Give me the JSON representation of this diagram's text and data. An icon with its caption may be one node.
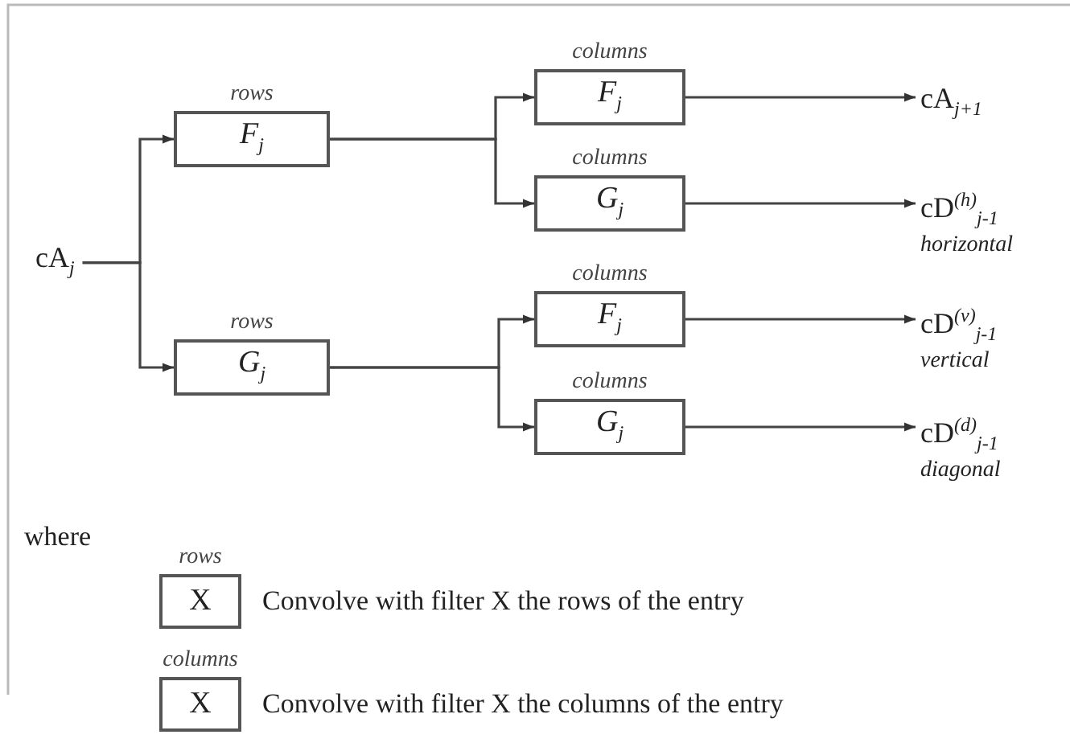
{
  "diagram": {
    "nodes": [
      {
        "text": [
          "cA$_{j}$"
        ]
      },
      {
        "text": [
          "rows",
          "F$_{j}$"
        ]
      },
      {
        "text": [
          "rows",
          "G$_{j}$"
        ]
      },
      {
        "text": [
          "columns",
          "F$_{j}$"
        ]
      },
      {
        "text": [
          "columns",
          "G$_{j}$"
        ]
      },
      {
        "text": [
          "columns",
          "F$_{j}$"
        ]
      },
      {
        "text": [
          "columns",
          "G$_{j}$"
        ]
      },
      {
        "text": [
          "cA$_{j+1}$"
        ]
      },
      {
        "text": [
          "cD$^{(h)}$$_{j-1}$",
          "horizontal"
        ]
      },
      {
        "text": [
          "cD$^{(v)}$$_{j-1}$",
          "vertical"
        ]
      },
      {
        "text": [
          "cD$^{(d)}$$_{j-1}$",
          "diagonal"
        ]
      },
      {
        "text": [
          "rows",
          "X"
        ],
        "beside": [
          "Convolve with filter X the rows of the entry"
        ]
      },
      {
        "text": [
          "columns",
          "X"
        ],
        "beside": [
          "Convolve with filter X the columns of the entry"
        ]
      }
    ],
    "edges": [
      {
        "from": 0,
        "to": 1,
        "arrow": "to"
      },
      {
        "from": 0,
        "to": 2,
        "arrow": "to"
      },
      {
        "from": 1,
        "to": 3,
        "arrow": "to"
      },
      {
        "from": 1,
        "to": 4,
        "arrow": "to"
      },
      {
        "from": 2,
        "to": 5,
        "arrow": "to"
      },
      {
        "from": 2,
        "to": 6,
        "arrow": "to"
      },
      {
        "from": 3,
        "to": 7,
        "arrow": "to"
      },
      {
        "from": 4,
        "to": 8,
        "arrow": "to"
      },
      {
        "from": 5,
        "to": 9,
        "arrow": "to"
      },
      {
        "from": 6,
        "to": 10,
        "arrow": "to"
      }
    ],
    "labels": [
      "where"
    ]
  }
}
